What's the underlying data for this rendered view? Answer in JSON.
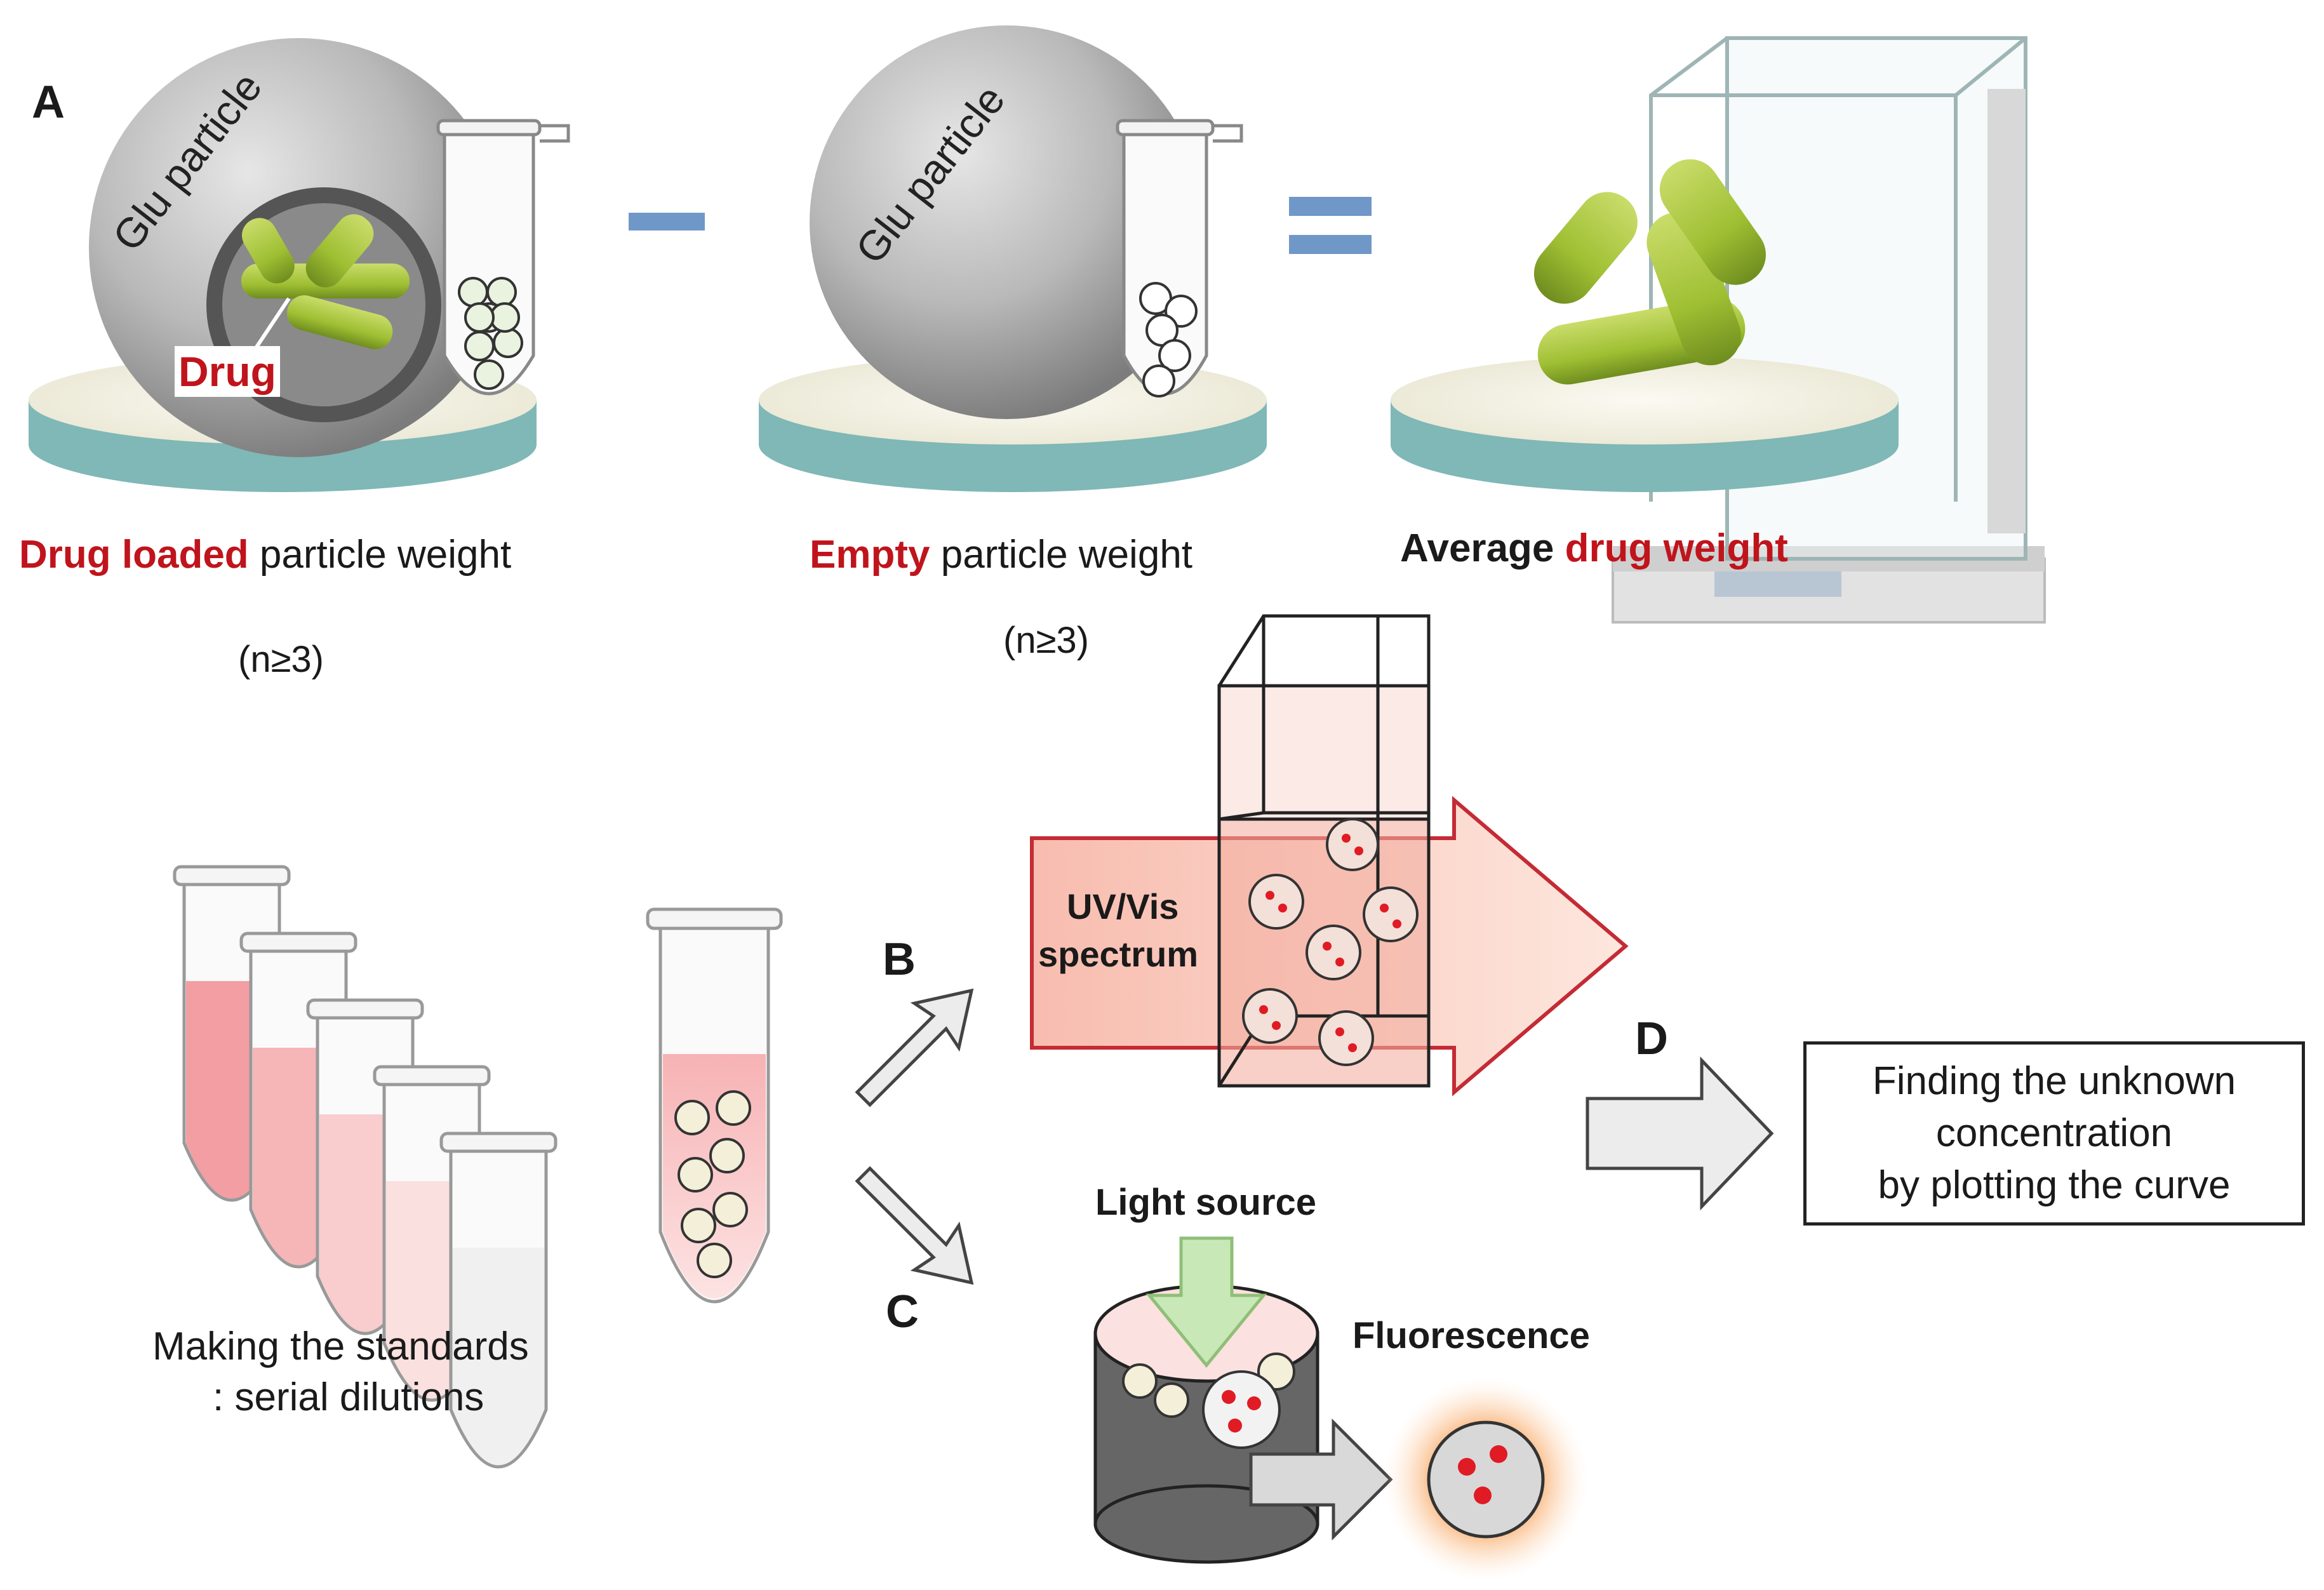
{
  "panel_labels": {
    "a": "A",
    "b": "B",
    "c": "C",
    "d": "D"
  },
  "panel_a": {
    "particle_label_1": "Glu particle",
    "particle_label_2": "Glu particle",
    "drug_label": "Drug",
    "minus_symbol": "−",
    "equals_symbol": "=",
    "caption_loaded_strong": "Drug loaded",
    "caption_loaded_rest": " particle weight",
    "caption_empty_strong": "Empty",
    "caption_empty_rest": " particle weight",
    "caption_avg_prefix": "Average ",
    "caption_avg_strong": "drug weight",
    "n_loaded": "(n≥3)",
    "n_empty": "(n≥3)"
  },
  "standards": {
    "caption_line1": "Making the standards",
    "caption_line2": ": serial dilutions"
  },
  "panel_b": {
    "label_line1": "UV/Vis",
    "label_line2": "spectrum"
  },
  "panel_c": {
    "light_source": "Light source",
    "fluorescence": "Fluorescence"
  },
  "panel_d": {
    "result_line1": "Finding  the  unknown",
    "result_line2": "concentration",
    "result_line3": "by  plotting  the  curve"
  },
  "colors": {
    "drug_red": "#c0141c",
    "drug_green": "#9fc23a",
    "dish_teal": "#7fb8b6",
    "pink_solution": "#f6a3a6",
    "arrow_grey": "#e8e8e8"
  }
}
